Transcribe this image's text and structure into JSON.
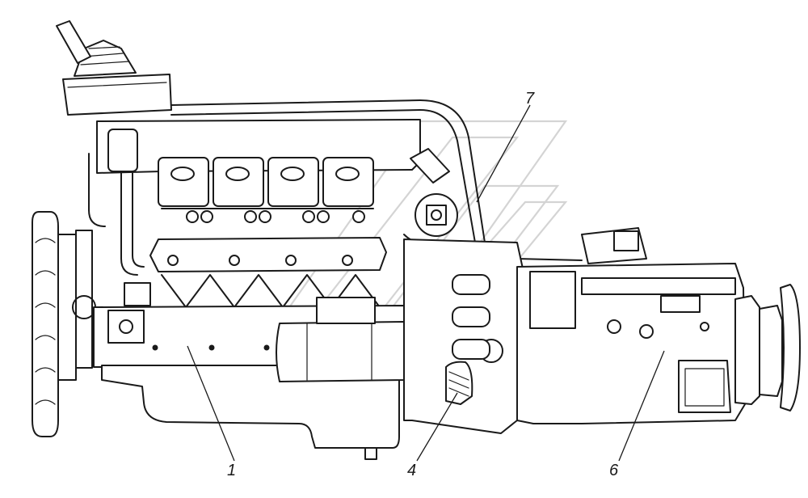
{
  "callouts": [
    {
      "id": "c1",
      "label": "1"
    },
    {
      "id": "c4",
      "label": "4"
    },
    {
      "id": "c6",
      "label": "6"
    },
    {
      "id": "c7",
      "label": "7"
    }
  ]
}
